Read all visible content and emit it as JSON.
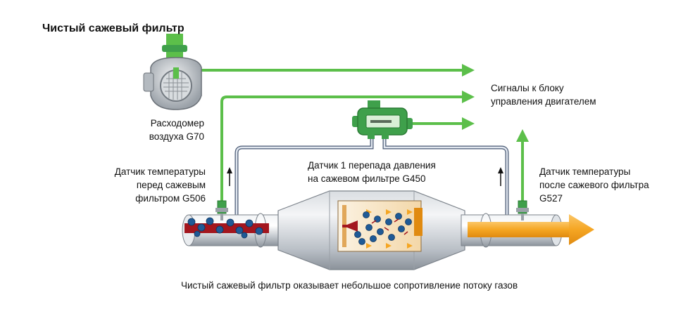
{
  "title": "Чистый сажевый фильтр",
  "labels": {
    "maf_line1": "Расходомер",
    "maf_line2": "воздуха G70",
    "signals_line1": "Сигналы к блоку",
    "signals_line2": "управления двигателем",
    "dp_line1": "Датчик 1 перепада давления",
    "dp_line2": "на сажевом фильтре G450",
    "temp_before_line1": "Датчик температуры",
    "temp_before_line2": "перед сажевым",
    "temp_before_line3": "фильтром G506",
    "temp_after_line1": "Датчик температуры",
    "temp_after_line2": "после сажевого фильтра",
    "temp_after_line3": "G527",
    "caption": "Чистый сажевый фильтр оказывает небольшое сопротивление потоку газов"
  },
  "colors": {
    "signal_green": "#5cbf4a",
    "sensor_green": "#3fa04b",
    "gas_red": "#a3161e",
    "soot_blue": "#1f5a96",
    "exhaust_orange": "#f5a623",
    "pipe_gray": "#c7ccd1",
    "hose_outline": "#4a5a74"
  },
  "icons": {
    "maf": "mass-air-flow-sensor-icon",
    "dp": "differential-pressure-sensor-icon",
    "arrow": "arrow-right-icon"
  }
}
